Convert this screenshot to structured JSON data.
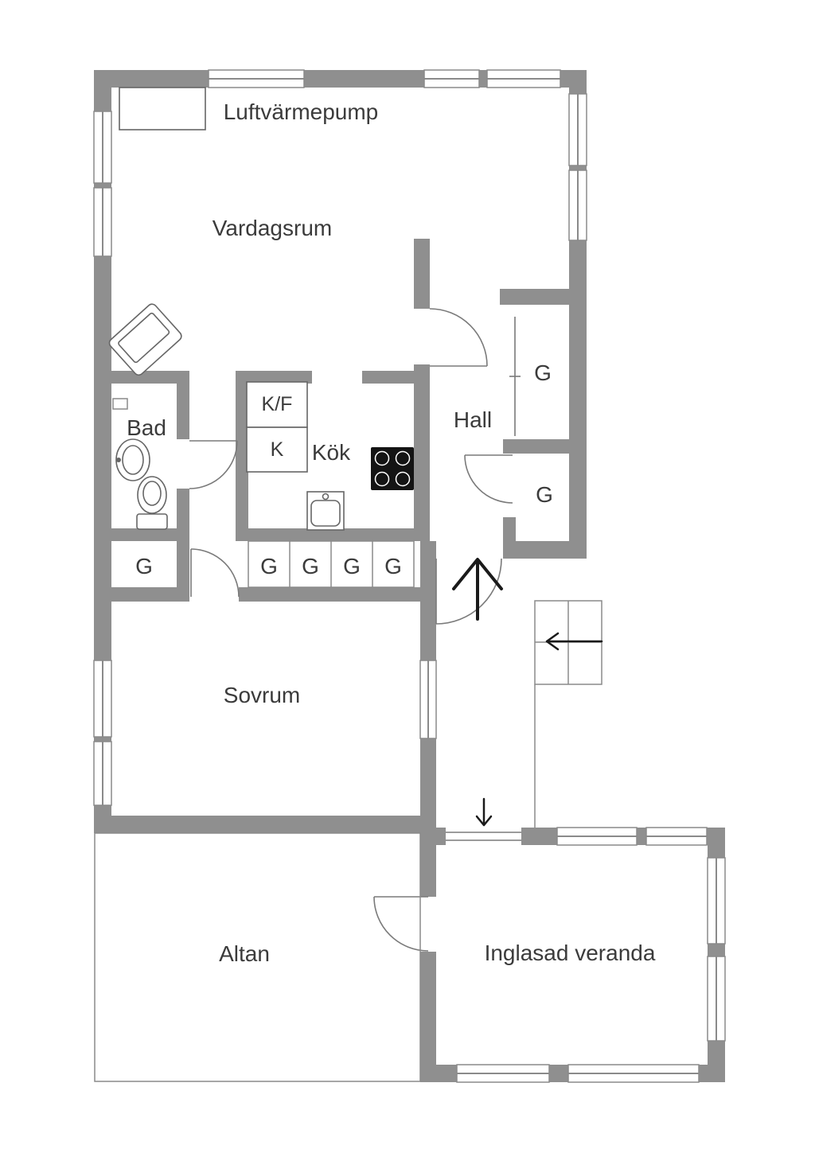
{
  "colors": {
    "wall": "#8f8f8f",
    "window_line": "#8a8a8a",
    "door_line": "#7a7a7a",
    "furniture_line": "#666666",
    "text": "#3b3b3b",
    "stove": "#141414",
    "arrow": "#1a1a1a",
    "background": "#ffffff"
  },
  "labels": {
    "heat_pump": "Luftvärmepump",
    "living_room": "Vardagsrum",
    "bathroom": "Bad",
    "fridge_freezer": "K/F",
    "fridge": "K",
    "kitchen": "Kök",
    "hall": "Hall",
    "wardrobe": "G",
    "bedroom": "Sovrum",
    "terrace": "Altan",
    "glazed_veranda": "Inglasad veranda"
  },
  "symbols": {
    "entry_arrow": "arrow-up",
    "steps_arrow": "arrow-left",
    "veranda_entry_arrow": "arrow-down"
  }
}
